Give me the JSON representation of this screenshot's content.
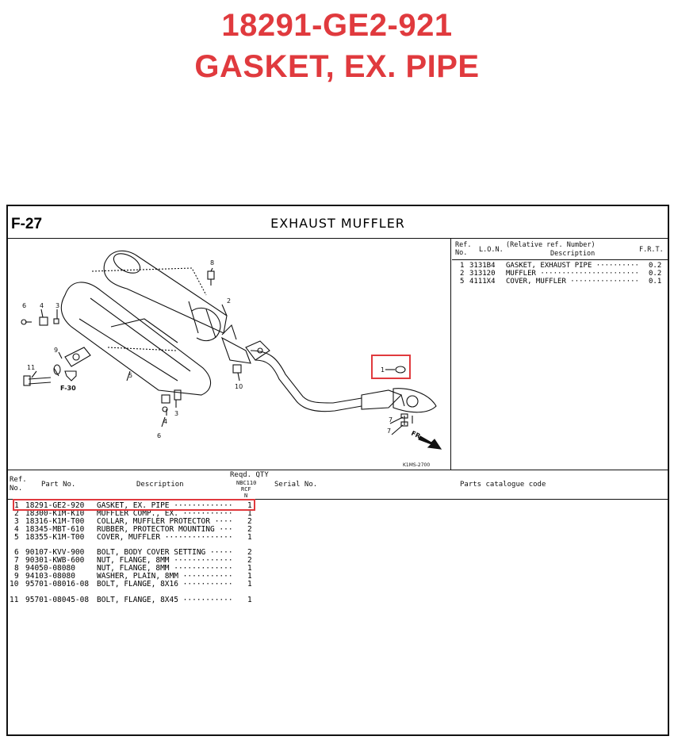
{
  "header": {
    "part_number": "18291-GE2-921",
    "part_name": "GASKET, EX. PIPE"
  },
  "sheet": {
    "section_code": "F-27",
    "section_title": "EXHAUST  MUFFLER",
    "figure_code": "K1MS-2700",
    "callouts": {
      "c1": "1",
      "c2": "2",
      "c3a": "3",
      "c3b": "3",
      "c4a": "4",
      "c4b": "4",
      "c5": "5",
      "c6a": "6",
      "c6b": "6",
      "c7a": "7",
      "c7b": "7",
      "c8": "8",
      "c9": "9",
      "c10": "10",
      "c11": "11",
      "f30": "F-30",
      "fr": "FR."
    }
  },
  "relative_table": {
    "headers": {
      "ref_no": "Ref.\nNo.",
      "lon": "L.O.N.",
      "relative": "(Relative ref. Number)",
      "description": "Description",
      "frt": "F.R.T."
    },
    "rows": [
      {
        "ref": "1",
        "lon": "3131B4",
        "desc": "GASKET, EXHAUST PIPE ··········",
        "frt": "0.2"
      },
      {
        "ref": "2",
        "lon": "313120",
        "desc": "MUFFLER ·······················",
        "frt": "0.2"
      },
      {
        "ref": "5",
        "lon": "4111X4",
        "desc": "COVER, MUFFLER ················",
        "frt": "0.1"
      }
    ]
  },
  "parts_table": {
    "headers": {
      "ref_no": "Ref.\nNo.",
      "part_no": "Part No.",
      "description": "Description",
      "reqd_qty": "Reqd. QTY",
      "model": "NBC110",
      "model_code": "RCF",
      "model_sub": "N",
      "serial_no": "Serial No.",
      "catalogue_code": "Parts catalogue code"
    },
    "rows": [
      {
        "ref": "1",
        "part": "18291-GE2-920",
        "desc": "GASKET, EX. PIPE ·············",
        "qty": "1"
      },
      {
        "ref": "2",
        "part": "18300-K1M-K10",
        "desc": "MUFFLER COMP., EX. ···········",
        "qty": "1"
      },
      {
        "ref": "3",
        "part": "18316-K1M-T00",
        "desc": "COLLAR, MUFFLER PROTECTOR ····",
        "qty": "2"
      },
      {
        "ref": "4",
        "part": "18345-MBT-610",
        "desc": "RUBBER, PROTECTOR MOUNTING ···",
        "qty": "2"
      },
      {
        "ref": "5",
        "part": "18355-K1M-T00",
        "desc": "COVER, MUFFLER ···············",
        "qty": "1"
      },
      {
        "ref": "6",
        "part": "90107-KVV-900",
        "desc": "BOLT, BODY COVER SETTING ·····",
        "qty": "2"
      },
      {
        "ref": "7",
        "part": "90301-KWB-600",
        "desc": "NUT, FLANGE, 8MM ·············",
        "qty": "2"
      },
      {
        "ref": "8",
        "part": "94050-08080",
        "desc": "NUT, FLANGE, 8MM ·············",
        "qty": "1"
      },
      {
        "ref": "9",
        "part": "94103-08080",
        "desc": "WASHER, PLAIN, 8MM ···········",
        "qty": "1"
      },
      {
        "ref": "10",
        "part": "95701-08016-08",
        "desc": "BOLT, FLANGE, 8X16 ···········",
        "qty": "1"
      },
      {
        "ref": "11",
        "part": "95701-08045-08",
        "desc": "BOLT, FLANGE, 8X45 ···········",
        "qty": "1"
      }
    ]
  },
  "colors": {
    "accent": "#e03a3e",
    "ink": "#111111"
  }
}
